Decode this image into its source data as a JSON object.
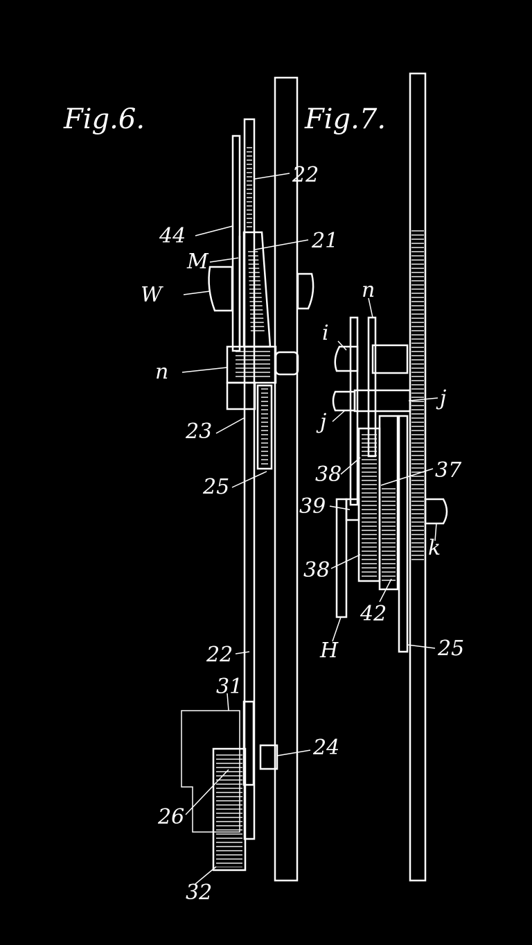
{
  "figures": [
    {
      "id": "fig6",
      "title": "Fig.6."
    },
    {
      "id": "fig7",
      "title": "Fig.7."
    }
  ],
  "fig6_labels": {
    "l22_top": "22",
    "l44": "44",
    "l21": "21",
    "lM": "M",
    "lW": "W",
    "ln": "n",
    "l23": "23",
    "l25": "25",
    "l22_bottom": "22",
    "l31": "31",
    "l24": "24",
    "l26": "26",
    "l32": "32"
  },
  "fig7_labels": {
    "ln": "n",
    "li": "i",
    "lj_right": "j",
    "lj_left": "j",
    "l38_upper": "38",
    "l37": "37",
    "l39": "39",
    "lk": "k",
    "l38_lower": "38",
    "l42": "42",
    "lH": "H",
    "l25": "25"
  },
  "colors": {
    "background": "#000000",
    "ink": "#ffffff"
  }
}
